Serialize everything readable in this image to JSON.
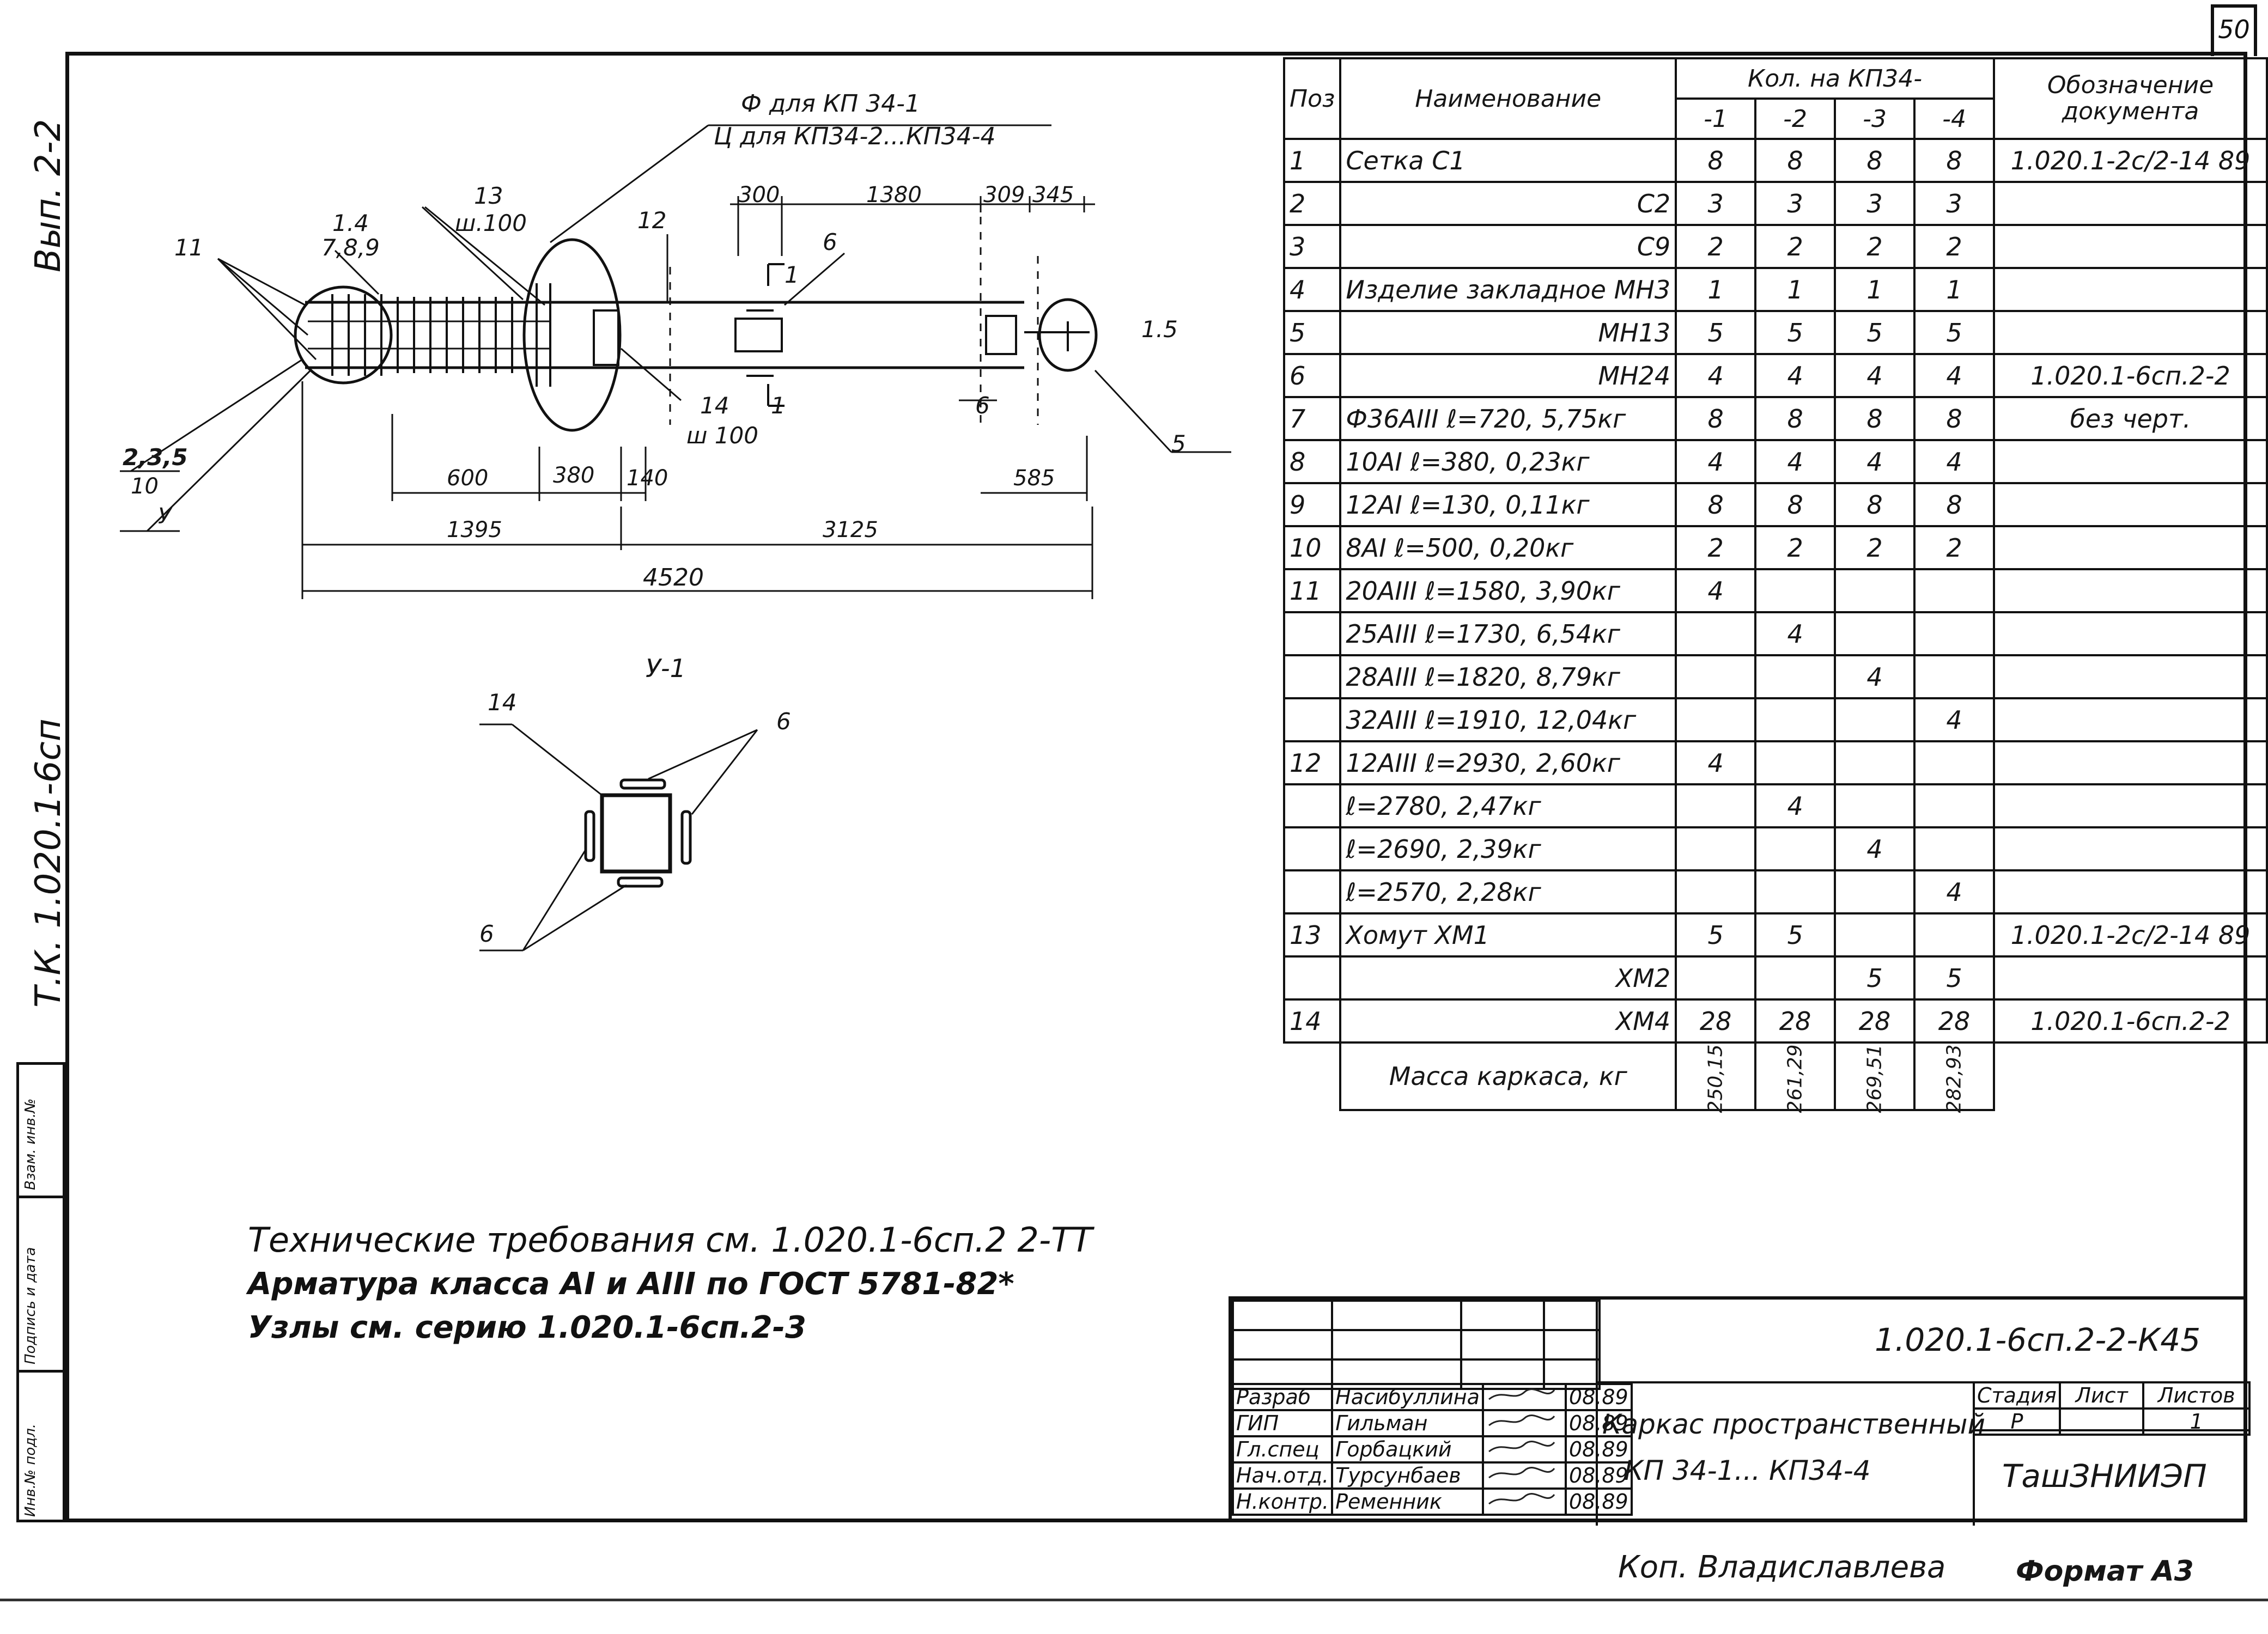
{
  "sheet_number": "50",
  "side": {
    "vyp": "Вып. 2-2",
    "series": "Т.К. 1.020.1-6сп",
    "stamp_cells": [
      "Инв.№ подл.",
      "Подпись и дата",
      "Взам. инв.№"
    ]
  },
  "drawing": {
    "label_phi": "Ф для КП 34-1",
    "label_ts": "Ц для КП34-2...КП34-4",
    "pos_labels": {
      "p11": "11",
      "p14a": "1.4",
      "p789": "7,8,9",
      "p13": "13",
      "w100_top": "ш.100",
      "p12": "12",
      "p6_top": "6",
      "p1_sec": "1",
      "p15": "1.5",
      "p14_bot": "14",
      "w100_bot": "ш 100",
      "p1_bot": "1",
      "p6_right": "6",
      "p5": "5",
      "p235": "2,3,5",
      "p10": "10",
      "py": "У"
    },
    "dims": {
      "d300": "300",
      "d1380": "1380",
      "d309": "309",
      "d345": "345",
      "d600": "600",
      "d380": "380",
      "d140": "140",
      "d585": "585",
      "d1395": "1395",
      "d3125": "3125",
      "d4520": "4520"
    },
    "section_title": "У-1",
    "section_labels": {
      "s14": "14",
      "s6a": "6",
      "s6b": "6"
    }
  },
  "spec": {
    "headers": {
      "pos": "Поз",
      "name": "Наименование",
      "qty": "Кол. на КП34-",
      "doc": "Обозначение документа",
      "cols": [
        "-1",
        "-2",
        "-3",
        "-4"
      ]
    },
    "rows": [
      {
        "pos": "1",
        "name": "Сетка С1",
        "q": [
          "8",
          "8",
          "8",
          "8"
        ],
        "doc": "1.020.1-2с/2-14 89"
      },
      {
        "pos": "2",
        "name": "С2",
        "q": [
          "3",
          "3",
          "3",
          "3"
        ],
        "doc": ""
      },
      {
        "pos": "3",
        "name": "С9",
        "q": [
          "2",
          "2",
          "2",
          "2"
        ],
        "doc": ""
      },
      {
        "pos": "4",
        "name": "Изделие закладное МН3",
        "q": [
          "1",
          "1",
          "1",
          "1"
        ],
        "doc": ""
      },
      {
        "pos": "5",
        "name": "МН13",
        "q": [
          "5",
          "5",
          "5",
          "5"
        ],
        "doc": ""
      },
      {
        "pos": "6",
        "name": "МН24",
        "q": [
          "4",
          "4",
          "4",
          "4"
        ],
        "doc": "1.020.1-6сп.2-2"
      },
      {
        "pos": "7",
        "name": "Ф36АIII ℓ=720, 5,75кг",
        "q": [
          "8",
          "8",
          "8",
          "8"
        ],
        "doc": "без черт."
      },
      {
        "pos": "8",
        "name": "10АI ℓ=380, 0,23кг",
        "q": [
          "4",
          "4",
          "4",
          "4"
        ],
        "doc": ""
      },
      {
        "pos": "9",
        "name": "12АI ℓ=130, 0,11кг",
        "q": [
          "8",
          "8",
          "8",
          "8"
        ],
        "doc": ""
      },
      {
        "pos": "10",
        "name": "8АI ℓ=500, 0,20кг",
        "q": [
          "2",
          "2",
          "2",
          "2"
        ],
        "doc": ""
      },
      {
        "pos": "11",
        "name": "20АIII ℓ=1580, 3,90кг",
        "q": [
          "4",
          "",
          "",
          ""
        ],
        "doc": ""
      },
      {
        "pos": "",
        "name": "25АIII ℓ=1730, 6,54кг",
        "q": [
          "",
          "4",
          "",
          ""
        ],
        "doc": ""
      },
      {
        "pos": "",
        "name": "28АIII ℓ=1820, 8,79кг",
        "q": [
          "",
          "",
          "4",
          ""
        ],
        "doc": ""
      },
      {
        "pos": "",
        "name": "32АIII ℓ=1910, 12,04кг",
        "q": [
          "",
          "",
          "",
          "4"
        ],
        "doc": ""
      },
      {
        "pos": "12",
        "name": "12АIII ℓ=2930, 2,60кг",
        "q": [
          "4",
          "",
          "",
          ""
        ],
        "doc": ""
      },
      {
        "pos": "",
        "name": "ℓ=2780, 2,47кг",
        "q": [
          "",
          "4",
          "",
          ""
        ],
        "doc": ""
      },
      {
        "pos": "",
        "name": "ℓ=2690, 2,39кг",
        "q": [
          "",
          "",
          "4",
          ""
        ],
        "doc": ""
      },
      {
        "pos": "",
        "name": "ℓ=2570, 2,28кг",
        "q": [
          "",
          "",
          "",
          "4"
        ],
        "doc": ""
      },
      {
        "pos": "13",
        "name": "Хомут ХМ1",
        "q": [
          "5",
          "5",
          "",
          ""
        ],
        "doc": "1.020.1-2с/2-14 89"
      },
      {
        "pos": "",
        "name": "ХМ2",
        "q": [
          "",
          "",
          "5",
          "5"
        ],
        "doc": ""
      },
      {
        "pos": "14",
        "name": "ХМ4",
        "q": [
          "28",
          "28",
          "28",
          "28"
        ],
        "doc": "1.020.1-6сп.2-2"
      }
    ],
    "mass_label": "Масса каркаса, кг",
    "mass": [
      "250,15",
      "261,29",
      "269,51",
      "282,93"
    ]
  },
  "notes": [
    "Технические требования см. 1.020.1-6сп.2 2-ТТ",
    "Арматура класса АI и АIII по ГОСТ 5781-82*",
    "Узлы см. серию 1.020.1-6сп.2-3"
  ],
  "titleblock": {
    "code": "1.020.1-6сп.2-2-К45",
    "title_line1": "Каркас пространственный",
    "title_line2": "КП 34-1... КП34-4",
    "stage_label": "Стадия",
    "sheet_label": "Лист",
    "sheets_label": "Листов",
    "stage": "Р",
    "sheets": "1",
    "org": "ТашЗНИИЭП",
    "people": [
      {
        "role": "Разраб",
        "name": "Насибуллина",
        "date": "08.89"
      },
      {
        "role": "ГИП",
        "name": "Гильман",
        "date": "08.89"
      },
      {
        "role": "Гл.спец",
        "name": "Горбацкий",
        "date": "08.89"
      },
      {
        "role": "Нач.отд.",
        "name": "Турсунбаев",
        "date": "08.89"
      },
      {
        "role": "Н.контр.",
        "name": "Ременник",
        "date": "08.89"
      }
    ]
  },
  "footer": {
    "copied": "Коп. Владиславлева",
    "format": "Формат А3"
  }
}
